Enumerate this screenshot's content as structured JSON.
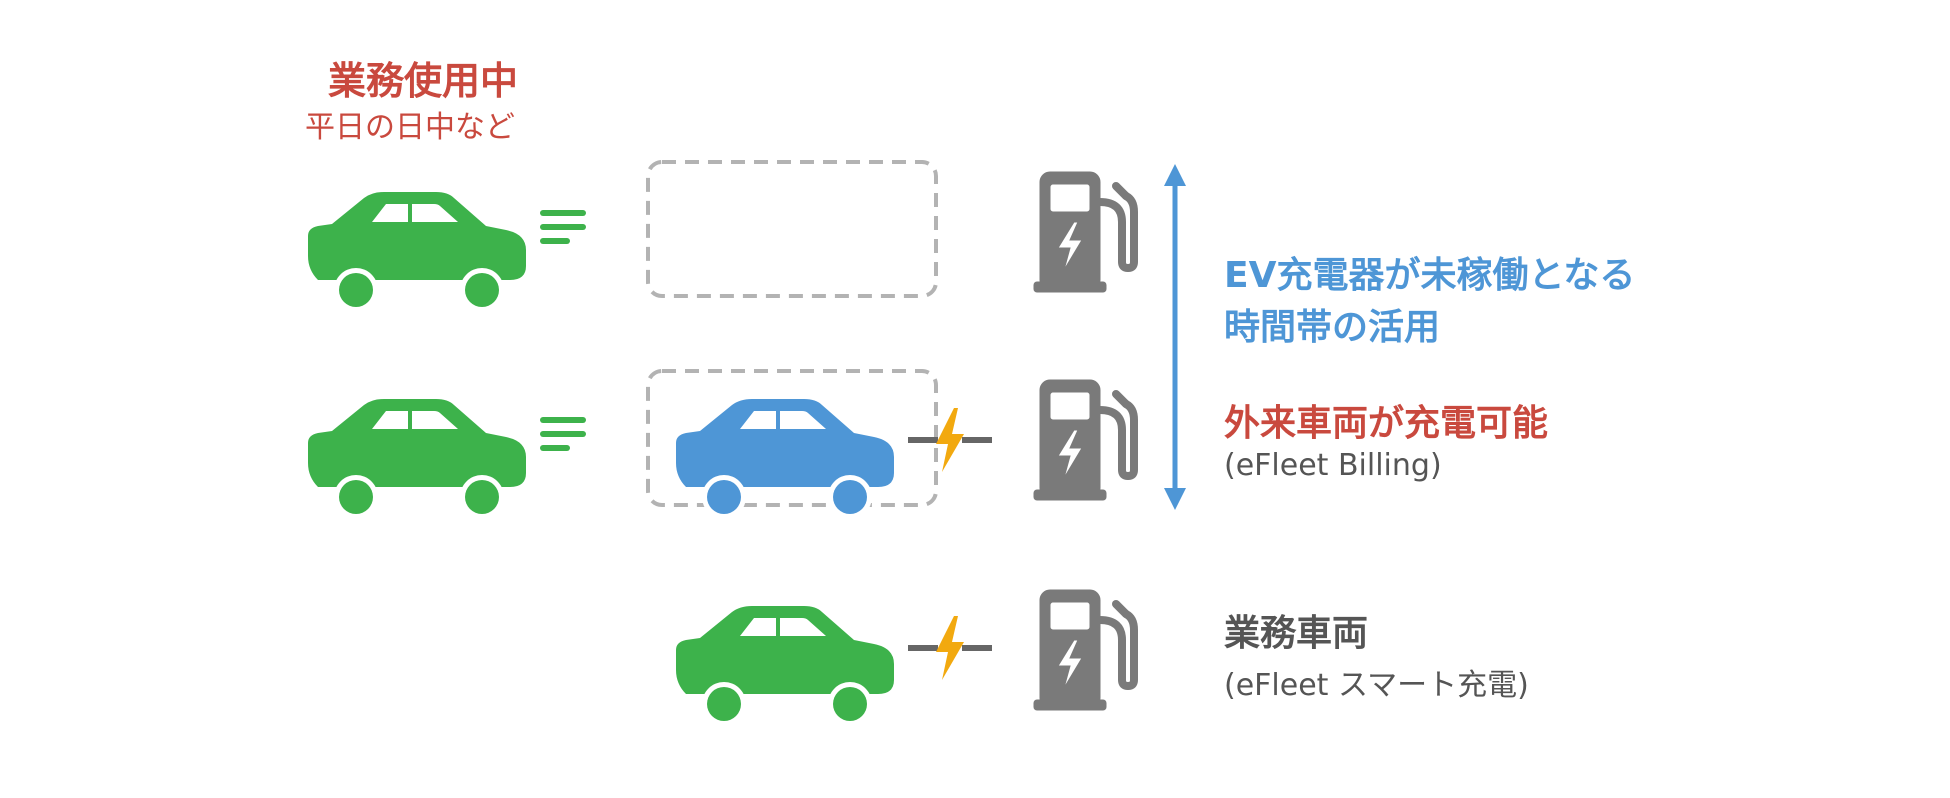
{
  "top_label": {
    "title": "業務使用中",
    "subtitle": "平日の日中など"
  },
  "idle_note": {
    "line1": "EV充電器が未稼働となる",
    "line2": "時間帯の活用"
  },
  "guest_note": {
    "title": "外来車両が充電可能",
    "subtitle": "(eFleet Billing)"
  },
  "fleet_note": {
    "title": "業務車両",
    "subtitle": "(eFleet スマート充電)"
  },
  "colors": {
    "fleet_car": "#3DB24B",
    "guest_car": "#4E96D6",
    "charger": "#7A7A7A",
    "bolt": "#F2A90F",
    "accent_red": "#C9493E",
    "accent_blue": "#4E96D6",
    "dashed_border": "#B3B3B3"
  },
  "icons": [
    "car-icon",
    "motion-lines-icon",
    "ev-charger-icon",
    "lightning-bolt-icon",
    "double-arrow-icon"
  ]
}
